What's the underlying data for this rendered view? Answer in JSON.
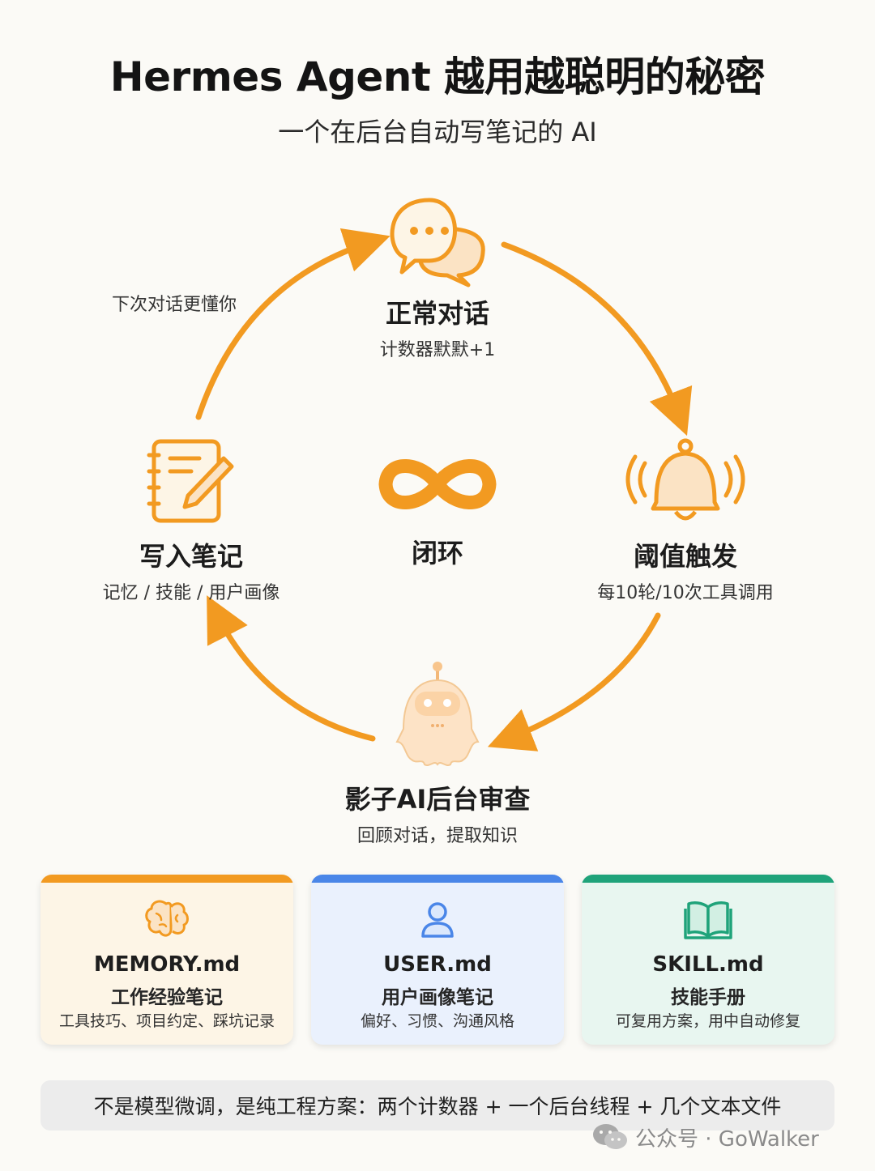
{
  "header": {
    "title": "Hermes Agent 越用越聪明的秘密",
    "subtitle": "一个在后台自动写笔记的 AI"
  },
  "cycle": {
    "center_label": "闭环",
    "side_note": "下次对话更懂你",
    "nodes": [
      {
        "title": "正常对话",
        "sub": "计数器默默+1",
        "icon": "chat-bubbles-icon"
      },
      {
        "title": "阈值触发",
        "sub": "每10轮/10次工具调用",
        "icon": "bell-icon"
      },
      {
        "title": "影子AI后台审查",
        "sub": "回顾对话，提取知识",
        "icon": "ghost-robot-icon"
      },
      {
        "title": "写入笔记",
        "sub": "记忆 / 技能 / 用户画像",
        "icon": "notebook-pen-icon"
      }
    ]
  },
  "cards": [
    {
      "title": "MEMORY.md",
      "sub": "工作经验笔记",
      "desc": "工具技巧、项目约定、踩坑记录",
      "icon": "brain-icon",
      "accent": "#f29a21",
      "bg": "#fdf5e6"
    },
    {
      "title": "USER.md",
      "sub": "用户画像笔记",
      "desc": "偏好、习惯、沟通风格",
      "icon": "user-icon",
      "accent": "#4a86e8",
      "bg": "#eaf1fd"
    },
    {
      "title": "SKILL.md",
      "sub": "技能手册",
      "desc": "可复用方案，用中自动修复",
      "icon": "open-book-icon",
      "accent": "#1fa37a",
      "bg": "#e8f6f0"
    }
  ],
  "footer": {
    "text": "不是模型微调，是纯工程方案：两个计数器 + 一个后台线程 + 几个文本文件"
  },
  "watermark": {
    "text": "公众号 · GoWalker"
  },
  "colors": {
    "accent": "#f29a21",
    "background": "#fbfaf6"
  }
}
